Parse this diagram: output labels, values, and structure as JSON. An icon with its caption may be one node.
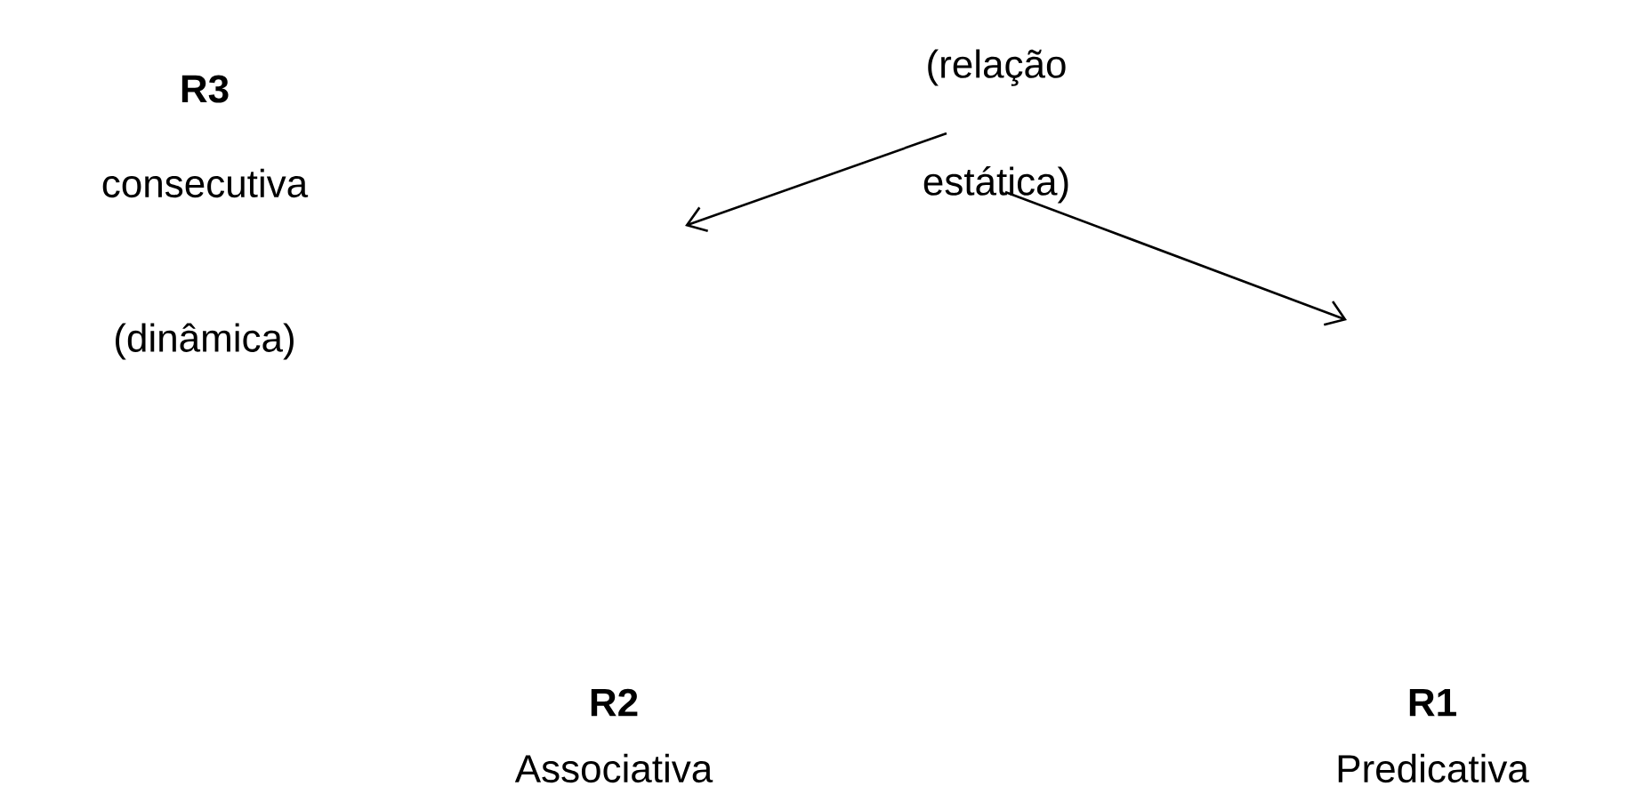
{
  "diagram": {
    "nodes": [
      {
        "text": [
          "**R3**",
          "consecutiva",
          "(dinâmica)"
        ]
      },
      {
        "text": [
          "(relação estática)"
        ]
      },
      {
        "text": [
          "**R2**",
          "Associativa"
        ]
      },
      {
        "text": [
          "**R1**",
          "Predicativa"
        ]
      }
    ],
    "edges": [
      {
        "from": 1,
        "to": null,
        "arrow": "to"
      },
      {
        "from": 1,
        "to": null,
        "arrow": "to"
      }
    ]
  }
}
